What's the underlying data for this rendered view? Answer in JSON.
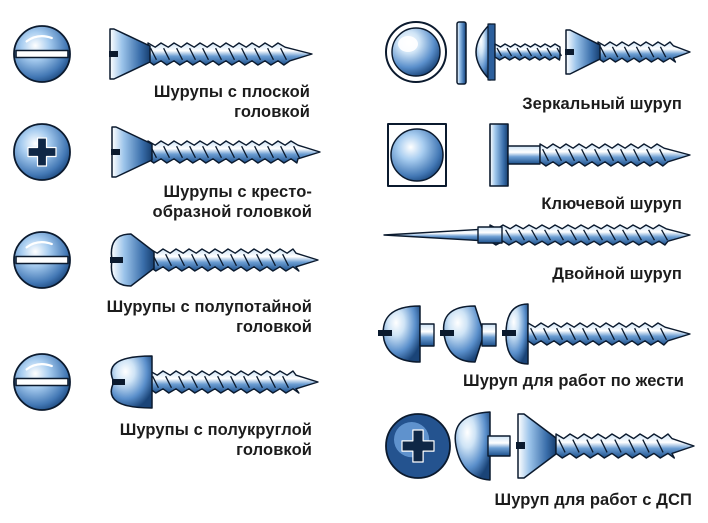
{
  "colors": {
    "metal_dark": "#1a4a82",
    "metal_mid": "#4f86c6",
    "metal_light": "#bfdaf3",
    "highlight": "#ffffff",
    "outline": "#0b1a2e",
    "text": "#1c1c1c"
  },
  "left_column": [
    {
      "id": "flat",
      "head_view": "slot",
      "line1": "Шурупы с плоской",
      "line2": "головкой"
    },
    {
      "id": "cross",
      "head_view": "cross",
      "line1": "Шурупы с кресто-",
      "line2": "образной головкой"
    },
    {
      "id": "semicountersunk",
      "head_view": "slot",
      "line1": "Шурупы с полупотайной",
      "line2": "головкой"
    },
    {
      "id": "round",
      "head_view": "slot",
      "line1": "Шурупы с полукруглой",
      "line2": "головкой"
    }
  ],
  "right_column": [
    {
      "id": "mirror",
      "label": "Зеркальный шуруп"
    },
    {
      "id": "key",
      "label": "Ключевой шуруп"
    },
    {
      "id": "double",
      "label": "Двойной шуруп"
    },
    {
      "id": "sheet",
      "label": "Шуруп для работ по жести"
    },
    {
      "id": "chipboard",
      "label": "Шуруп для работ с ДСП"
    }
  ],
  "icons": [
    "slotted-head-icon",
    "cross-head-icon",
    "countersunk-screw-icon",
    "oval-head-screw-icon",
    "round-head-screw-icon",
    "mirror-cap-icon",
    "square-head-icon",
    "lag-screw-icon",
    "double-screw-icon",
    "pan-head-screw-icon",
    "chipboard-screw-icon"
  ]
}
